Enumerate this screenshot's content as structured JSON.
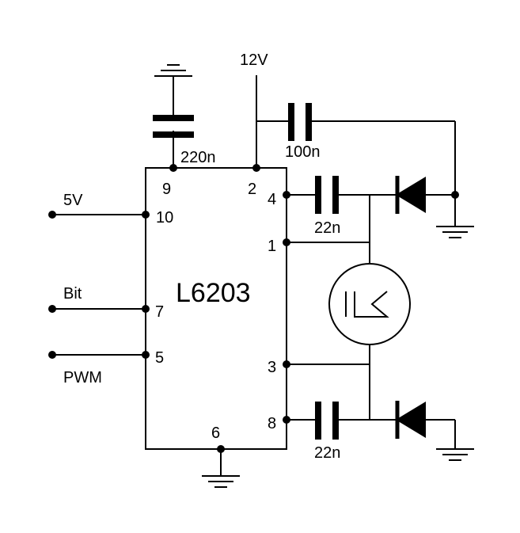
{
  "chip": {
    "name": "L6203"
  },
  "supply": {
    "voltage": "12V",
    "logic": "5V"
  },
  "inputs": {
    "bit": "Bit",
    "pwm": "PWM"
  },
  "pins": {
    "p9": "9",
    "p2": "2",
    "p4": "4",
    "p10": "10",
    "p1": "1",
    "p7": "7",
    "p5": "5",
    "p3": "3",
    "p8": "8",
    "p6": "6"
  },
  "capacitors": {
    "c_bootstrap_gnd": "220n",
    "c_supply": "100n",
    "c_top": "22n",
    "c_bottom": "22n"
  }
}
